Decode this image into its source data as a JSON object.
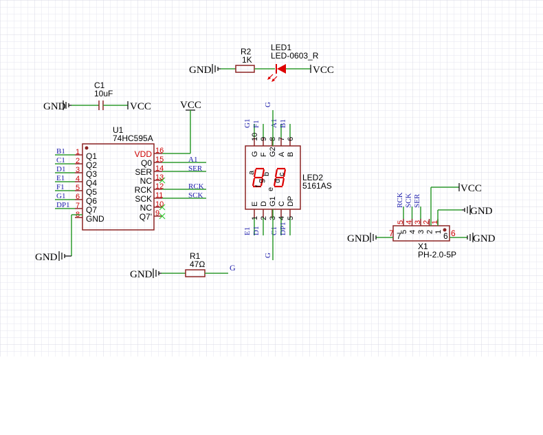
{
  "colors": {
    "wire": "#2e9a2e",
    "body": "#8b2222",
    "pin_num": "#cc0000",
    "label_blue": "#1a1aaa",
    "black": "#000000",
    "grid": "#e3e3ee",
    "led": "#dd0000",
    "nc": "#33cc33"
  },
  "power": {
    "gnd": "GND",
    "vcc": "VCC"
  },
  "u1": {
    "ref": "U1",
    "part": "74HC595A",
    "left_pins": [
      {
        "num": "1",
        "name": "Q1",
        "net": "B1"
      },
      {
        "num": "2",
        "name": "Q2",
        "net": "C1"
      },
      {
        "num": "3",
        "name": "Q3",
        "net": "D1"
      },
      {
        "num": "4",
        "name": "Q4",
        "net": "E1"
      },
      {
        "num": "5",
        "name": "Q5",
        "net": "F1"
      },
      {
        "num": "6",
        "name": "Q6",
        "net": "G1"
      },
      {
        "num": "7",
        "name": "Q7",
        "net": "DP1"
      },
      {
        "num": "8",
        "name": "GND",
        "net": ""
      }
    ],
    "right_pins": [
      {
        "num": "16",
        "name": "VDD",
        "net": ""
      },
      {
        "num": "15",
        "name": "Q0",
        "net": "A1"
      },
      {
        "num": "14",
        "name": "SER",
        "net": "SER"
      },
      {
        "num": "13",
        "name": "NC",
        "net": ""
      },
      {
        "num": "12",
        "name": "RCK",
        "net": "RCK"
      },
      {
        "num": "11",
        "name": "SCK",
        "net": "SCK"
      },
      {
        "num": "10",
        "name": "NC",
        "net": ""
      },
      {
        "num": "9",
        "name": "Q7'",
        "net": ""
      }
    ]
  },
  "c1": {
    "ref": "C1",
    "value": "10uF"
  },
  "r2": {
    "ref": "R2",
    "value": "1K"
  },
  "led1": {
    "ref": "LED1",
    "part": "LED-0603_R"
  },
  "r1": {
    "ref": "R1",
    "value": "47Ω",
    "net": "G"
  },
  "led2": {
    "ref": "LED2",
    "part": "5161AS",
    "top_nets": [
      "G1",
      "F1",
      "A1",
      "B1"
    ],
    "top_nums": [
      "10",
      "9",
      "8",
      "7",
      "6"
    ],
    "top_inner": [
      "G",
      "F",
      "G2",
      "A",
      "B"
    ],
    "bottom_nets": [
      "E1",
      "D1",
      "C1",
      "DP1"
    ],
    "bottom_nums": [
      "1",
      "2",
      "3",
      "4",
      "5"
    ],
    "bottom_inner": [
      "E",
      "D",
      "G1",
      "C",
      "DP"
    ],
    "top_net": "G",
    "bottom_net": "G",
    "segments": [
      "a",
      "b",
      "g",
      "f",
      "c",
      "d",
      "e",
      "DP"
    ]
  },
  "x1": {
    "ref": "X1",
    "part": "PH-2.0-5P",
    "nets": [
      "RCK",
      "SCK",
      "SER"
    ],
    "nums": [
      "5",
      "4",
      "3",
      "2",
      "1"
    ],
    "side_left": "7",
    "side_right": "6"
  }
}
